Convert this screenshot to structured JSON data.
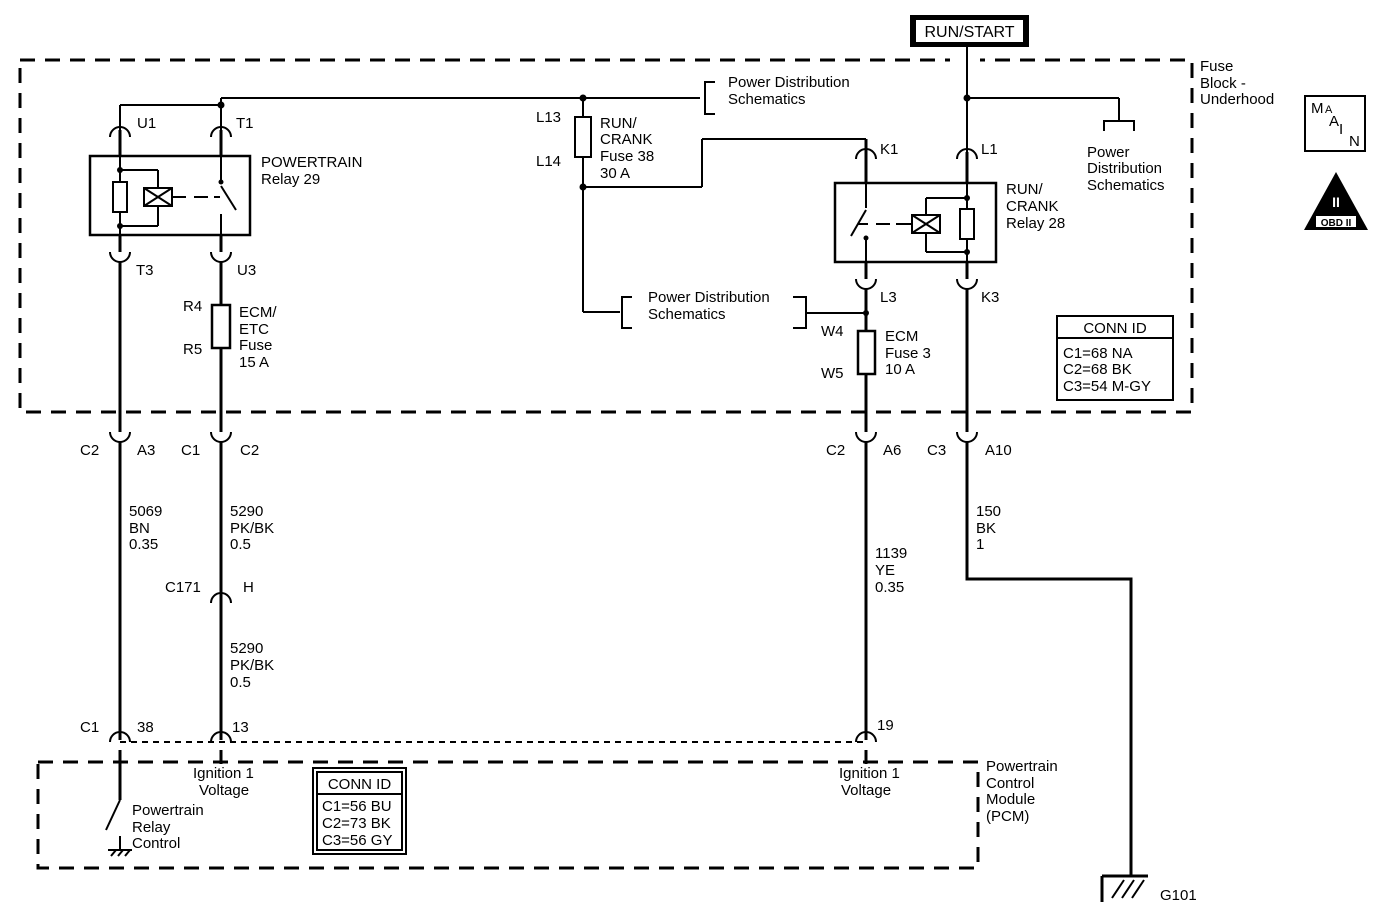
{
  "header": {
    "power_source": "RUN/START",
    "fuse_block": [
      "Fuse",
      "Block -",
      "Underhood"
    ],
    "main_badge": [
      "M",
      "A",
      "I",
      "N"
    ],
    "obd_badge": [
      "II",
      "OBD II"
    ]
  },
  "powertrain_relay": {
    "name": [
      "POWERTRAIN",
      "Relay 29"
    ],
    "terminals": {
      "u1": "U1",
      "t1": "T1",
      "t3": "T3",
      "u3": "U3"
    }
  },
  "ecm_etc_fuse": {
    "name": [
      "ECM/",
      "ETC",
      "Fuse",
      "15 A"
    ],
    "top": "R4",
    "bottom": "R5"
  },
  "run_crank_fuse": {
    "name": [
      "RUN/",
      "CRANK",
      "Fuse 38",
      "30 A"
    ],
    "top": "L13",
    "bottom": "L14"
  },
  "power_dist_top": [
    "Power Distribution",
    "Schematics"
  ],
  "power_dist_mid": [
    "Power Distribution",
    "Schematics"
  ],
  "power_dist_right": [
    "Power",
    "Distribution",
    "Schematics"
  ],
  "run_crank_relay": {
    "name": [
      "RUN/",
      "CRANK",
      "Relay 28"
    ],
    "terminals": {
      "k1": "K1",
      "l1": "L1",
      "l3": "L3",
      "k3": "K3"
    }
  },
  "ecm_fuse": {
    "name": [
      "ECM",
      "Fuse 3",
      "10 A"
    ],
    "top": "W4",
    "bottom": "W5"
  },
  "fuse_block_conn": {
    "title": "CONN ID",
    "lines": [
      "C1=68 NA",
      "C2=68 BK",
      "C3=54 M-GY"
    ]
  },
  "fuse_block_pins": [
    {
      "conn": "C2",
      "pin": "A3"
    },
    {
      "conn": "C1",
      "pin": "C2"
    },
    {
      "conn": "C2",
      "pin": "A6"
    },
    {
      "conn": "C3",
      "pin": "A10"
    }
  ],
  "wires": {
    "w1": [
      "5069",
      "BN",
      "0.35"
    ],
    "w2": [
      "5290",
      "PK/BK",
      "0.5"
    ],
    "w3": [
      "5290",
      "PK/BK",
      "0.5"
    ],
    "w4": [
      "1139",
      "YE",
      "0.35"
    ],
    "w5": [
      "150",
      "BK",
      "1"
    ]
  },
  "inline_connector": {
    "name": "C171",
    "pin": "H"
  },
  "pcm_pins": {
    "conn": "C1",
    "p38": "38",
    "p13": "13",
    "p19": "19"
  },
  "pcm": {
    "name": [
      "Powertrain",
      "Control",
      "Module",
      "(PCM)"
    ],
    "ign1_left": [
      "Ignition 1",
      "Voltage"
    ],
    "ign1_right": [
      "Ignition 1",
      "Voltage"
    ],
    "relay_control": [
      "Powertrain",
      "Relay",
      "Control"
    ]
  },
  "pcm_conn": {
    "title": "CONN ID",
    "lines": [
      "C1=56 BU",
      "C2=73 BK",
      "C3=56 GY"
    ]
  },
  "ground": {
    "name": "G101"
  }
}
